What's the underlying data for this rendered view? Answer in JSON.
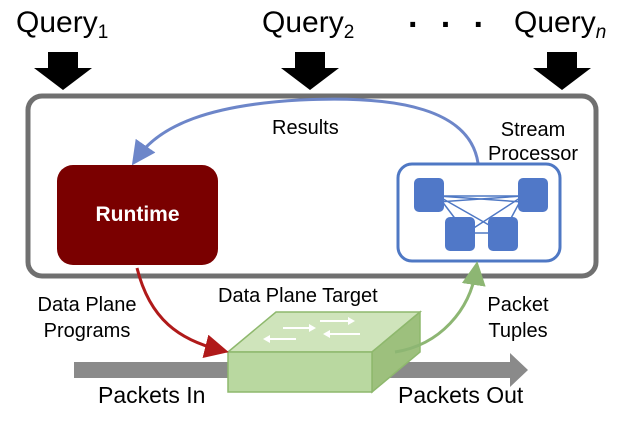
{
  "queries": [
    {
      "base": "Query",
      "sub": "1"
    },
    {
      "base": "Query",
      "sub": "2"
    },
    {
      "base": "Query",
      "sub": "n"
    }
  ],
  "ellipsis": "· · ·",
  "runtime": {
    "label": "Runtime",
    "color": "#7a0000"
  },
  "results_label": "Results",
  "stream_processor": {
    "line1": "Stream",
    "line2": "Processor",
    "color": "#4f78c4"
  },
  "data_plane_target": {
    "label": "Data Plane Target",
    "color": "#b9d8a0"
  },
  "programs_label": {
    "line1": "Data Plane",
    "line2": "Programs"
  },
  "tuples_label": {
    "line1": "Packet",
    "line2": "Tuples"
  },
  "packets_in": "Packets In",
  "packets_out": "Packets Out",
  "colors": {
    "frame": "#707070",
    "results_arrow": "#6d86c9",
    "programs_arrow": "#b01a1a",
    "tuples_arrow": "#8db673",
    "packet_arrow": "#8a8a8a",
    "query_arrow": "#000000"
  }
}
